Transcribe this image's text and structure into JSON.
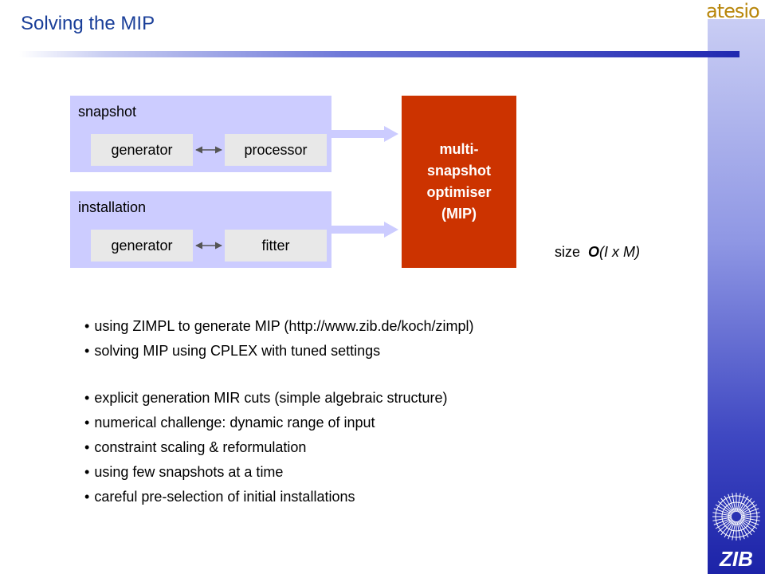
{
  "header": {
    "title": "Solving the MIP",
    "logo_text": "atesio",
    "footer_logo_text": "ZIB"
  },
  "diagram": {
    "snapshot": {
      "label": "snapshot",
      "left_box": "generator",
      "right_box": "processor"
    },
    "installation": {
      "label": "installation",
      "left_box": "generator",
      "right_box": "fitter"
    },
    "optimiser": {
      "lines": [
        "multi-",
        "snapshot",
        "optimiser",
        "(MIP)"
      ]
    },
    "size": {
      "prefix": "size",
      "o": "O",
      "expr": "(I x M)"
    }
  },
  "bullets_group1": [
    "using ZIMPL to generate MIP (http://www.zib.de/koch/zimpl)",
    "solving MIP using CPLEX with tuned settings"
  ],
  "bullets_group2": [
    "explicit generation MIR cuts (simple algebraic structure)",
    "numerical challenge: dynamic range of input",
    "constraint scaling & reformulation",
    "using few snapshots at a time",
    "careful pre-selection of initial installations"
  ],
  "colors": {
    "title": "#1a3f99",
    "group_fill": "#ccccff",
    "sub_box_fill": "#e8e8e8",
    "optimiser_fill": "#cc3300",
    "logo": "#b8860b"
  }
}
